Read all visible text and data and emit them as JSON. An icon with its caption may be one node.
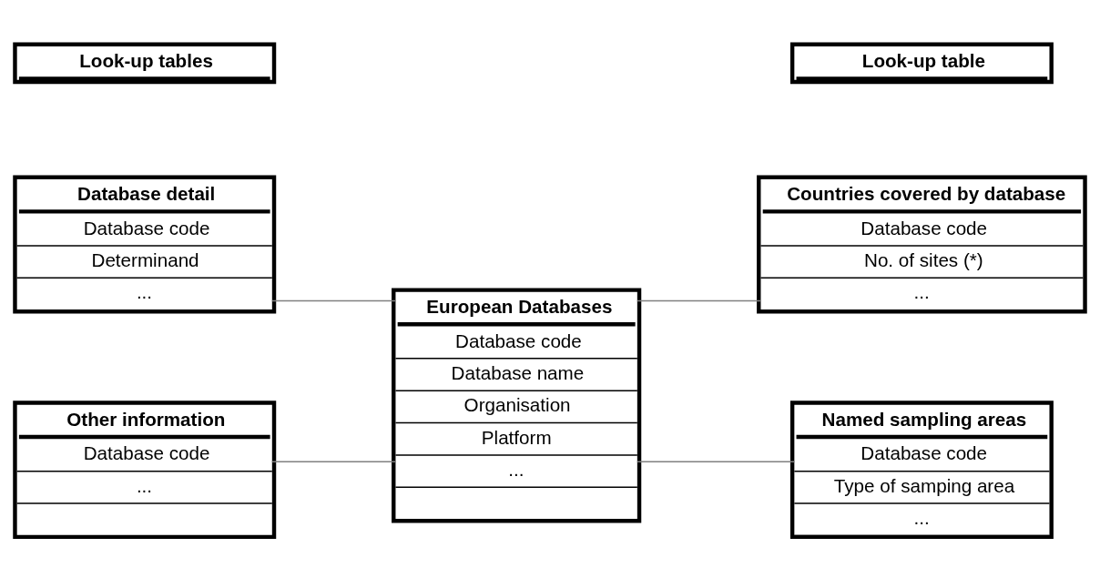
{
  "diagram": {
    "nodes": [
      {
        "text": [
          "Database detail",
          "Database code",
          "Determinand",
          "..."
        ]
      },
      {
        "text": [
          "Countries covered by database",
          "Database code",
          "No. of sites (*)",
          "..."
        ]
      },
      {
        "text": [
          "European Databases",
          "Database code",
          "Database name",
          "Organisation",
          "Platform",
          "..."
        ]
      },
      {
        "text": [
          "Look-up tables"
        ]
      },
      {
        "text": [
          "Look-up table"
        ]
      },
      {
        "text": [
          "Other information",
          "Database code",
          "..."
        ]
      },
      {
        "text": [
          "Named sampling areas",
          "Database code",
          "Type of samping area",
          "..."
        ]
      }
    ],
    "edges": [
      {
        "from": 0,
        "to": 2,
        "arrow": "none"
      },
      {
        "from": 2,
        "to": 1,
        "arrow": "none"
      },
      {
        "from": 5,
        "to": 2,
        "arrow": "none"
      },
      {
        "from": 2,
        "to": 6,
        "arrow": "none"
      }
    ]
  }
}
